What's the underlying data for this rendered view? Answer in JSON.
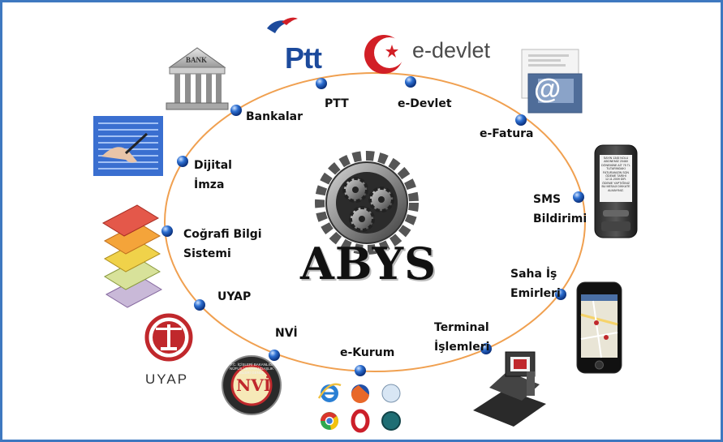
{
  "center": {
    "logo_text": "ABYS"
  },
  "nodes": [
    {
      "id": "bankalar",
      "lines": [
        "Bankalar"
      ]
    },
    {
      "id": "ptt",
      "lines": [
        "PTT"
      ]
    },
    {
      "id": "e-devlet",
      "lines": [
        "e-Devlet"
      ]
    },
    {
      "id": "e-fatura",
      "lines": [
        "e-Fatura"
      ]
    },
    {
      "id": "sms",
      "lines": [
        "SMS",
        "Bildirimi"
      ]
    },
    {
      "id": "saha",
      "lines": [
        "Saha İş",
        "Emirleri"
      ]
    },
    {
      "id": "terminal",
      "lines": [
        "Terminal",
        "İşlemleri"
      ]
    },
    {
      "id": "e-kurum",
      "lines": [
        "e-Kurum"
      ]
    },
    {
      "id": "nvi",
      "lines": [
        "NVİ"
      ]
    },
    {
      "id": "uyap",
      "lines": [
        "UYAP"
      ]
    },
    {
      "id": "cbs",
      "lines": [
        "Coğrafi Bilgi",
        "Sistemi"
      ]
    },
    {
      "id": "imza",
      "lines": [
        "Dijital",
        "İmza"
      ]
    }
  ],
  "logos": {
    "bank": "BANK",
    "ptt": "Ptt",
    "edevlet": "e-devlet",
    "uyap": "UYAP",
    "nvi": "NVİ",
    "nvi_ring": "T.C. İÇİŞLERİ BAKANLIĞI NÜFUS VE VATANDAŞLIK İŞLERİ GENEL MÜDÜRLÜĞÜ",
    "at_symbol": "@",
    "sms_text": "SAYIN 1345 NOLU ABONEMİZ 20460 DÖNEMİNE AİT 75 TL TUTARINDAKI FATURANIZIN SON ÖDEME TARİHİ 12.11.2009 DİR. ÖDEME YAPTIĞINIZ BU MESAJI DİKKATE ALMAYINIZ."
  },
  "colors": {
    "frame": "#3e78c0",
    "ellipse": "#f0a050",
    "node_dot": "#2d6fd1",
    "ptt_blue": "#1c4a9c",
    "edevlet_red": "#d21f26",
    "uyap_red": "#c0282c"
  },
  "icons": [
    "bank-building-icon",
    "ptt-logo",
    "e-devlet-logo",
    "e-fatura-envelope-icon",
    "mobile-phone-icon",
    "smartphone-map-icon",
    "pos-terminal-icon",
    "browser-icons",
    "nvi-seal",
    "uyap-scales-logo",
    "gis-layers-icon",
    "digital-signature-icon",
    "gears-icon"
  ]
}
